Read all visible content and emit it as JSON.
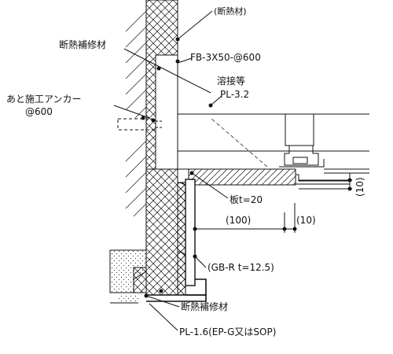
{
  "labels": {
    "insulation": "(断熱材)",
    "insulation_repair_top": "断熱補修材",
    "flat_bar": "FB-3X50-@600",
    "welding": "溶接等",
    "plate_32": "PL-3.2",
    "post_anchor_line1": "あと施工アンカー",
    "post_anchor_line2": "@600",
    "board_t20": "板t=20",
    "dim_100": "(100)",
    "dim_10_horizontal": "(10)",
    "dim_10_vertical": "(10)",
    "gypsum_board": "(GB-R t=12.5)",
    "insulation_repair_bottom": "断熱補修材",
    "plate_16": "PL-1.6(EP-G又はSOP)"
  }
}
